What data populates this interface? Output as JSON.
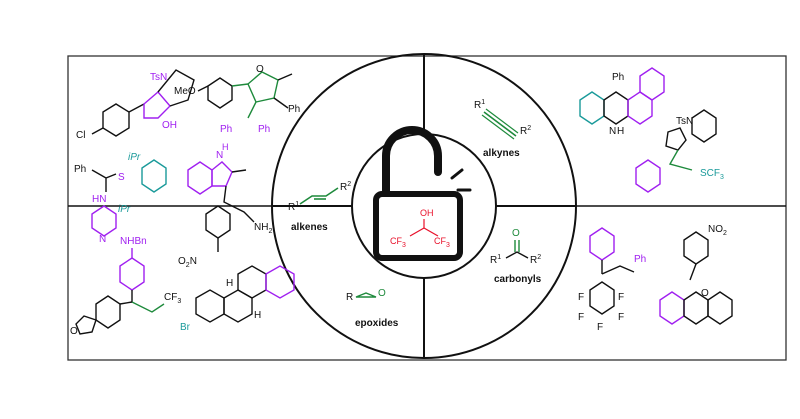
{
  "colors": {
    "ink": "#111111",
    "purple": "#a020f0",
    "teal": "#1a9a9a",
    "green": "#1e8a3c",
    "red": "#e8102a",
    "panel_border": "#333333"
  },
  "center": {
    "icon": "unlocked-padlock-icon",
    "lock_label": {
      "oh": "OH",
      "cf3_left": "CF",
      "cf3_left_sub": "3",
      "cf3_right": "CF",
      "cf3_right_sub": "3"
    }
  },
  "ring": {
    "alkenes": {
      "label": "alkenes",
      "r1": "R",
      "r1_sup": "1",
      "r2": "R",
      "r2_sup": "2"
    },
    "alkynes": {
      "label": "alkynes",
      "r1": "R",
      "r1_sup": "1",
      "r2": "R",
      "r2_sup": "2"
    },
    "carbonyls": {
      "label": "carbonyls",
      "o": "O",
      "r1": "R",
      "r1_sup": "1",
      "r2": "R",
      "r2_sup": "2"
    },
    "epoxides": {
      "label": "epoxides",
      "r": "R",
      "o": "O"
    }
  },
  "left_panel": {
    "pyrrolidine": {
      "ts": "TsN",
      "oh": "OH",
      "cl": "Cl"
    },
    "thf": {
      "meo": "MeO",
      "o": "O",
      "ph": "Ph",
      "ph2": "Ph",
      "ph3": "Ph"
    },
    "thioether": {
      "ipr_top": "iPr",
      "s": "S",
      "ipr_bottom": "iPr",
      "ph": "Ph",
      "hn": "HN",
      "n": "N"
    },
    "indole": {
      "nh": "N",
      "nh_h": "H",
      "nh2": "NH",
      "nh2_sub": "2",
      "o2n": "O",
      "o2n_sub": "2",
      "o2n_n": "N"
    },
    "aniline": {
      "nhbn": "NHBn",
      "cf3": "CF",
      "cf3_sub": "3",
      "o": "O"
    },
    "steroid": {
      "br": "Br",
      "h1": "H",
      "h2": "H"
    }
  },
  "right_panel": {
    "acridine": {
      "ph": "Ph",
      "n": "N",
      "h": "H"
    },
    "indole_scf3": {
      "tsn": "TsN",
      "scf3": "SCF",
      "scf3_sub": "3"
    },
    "pentafluoro": {
      "ph": "Ph",
      "f": "F"
    },
    "chromane": {
      "no2": "NO",
      "no2_sub": "2",
      "o": "O"
    }
  }
}
